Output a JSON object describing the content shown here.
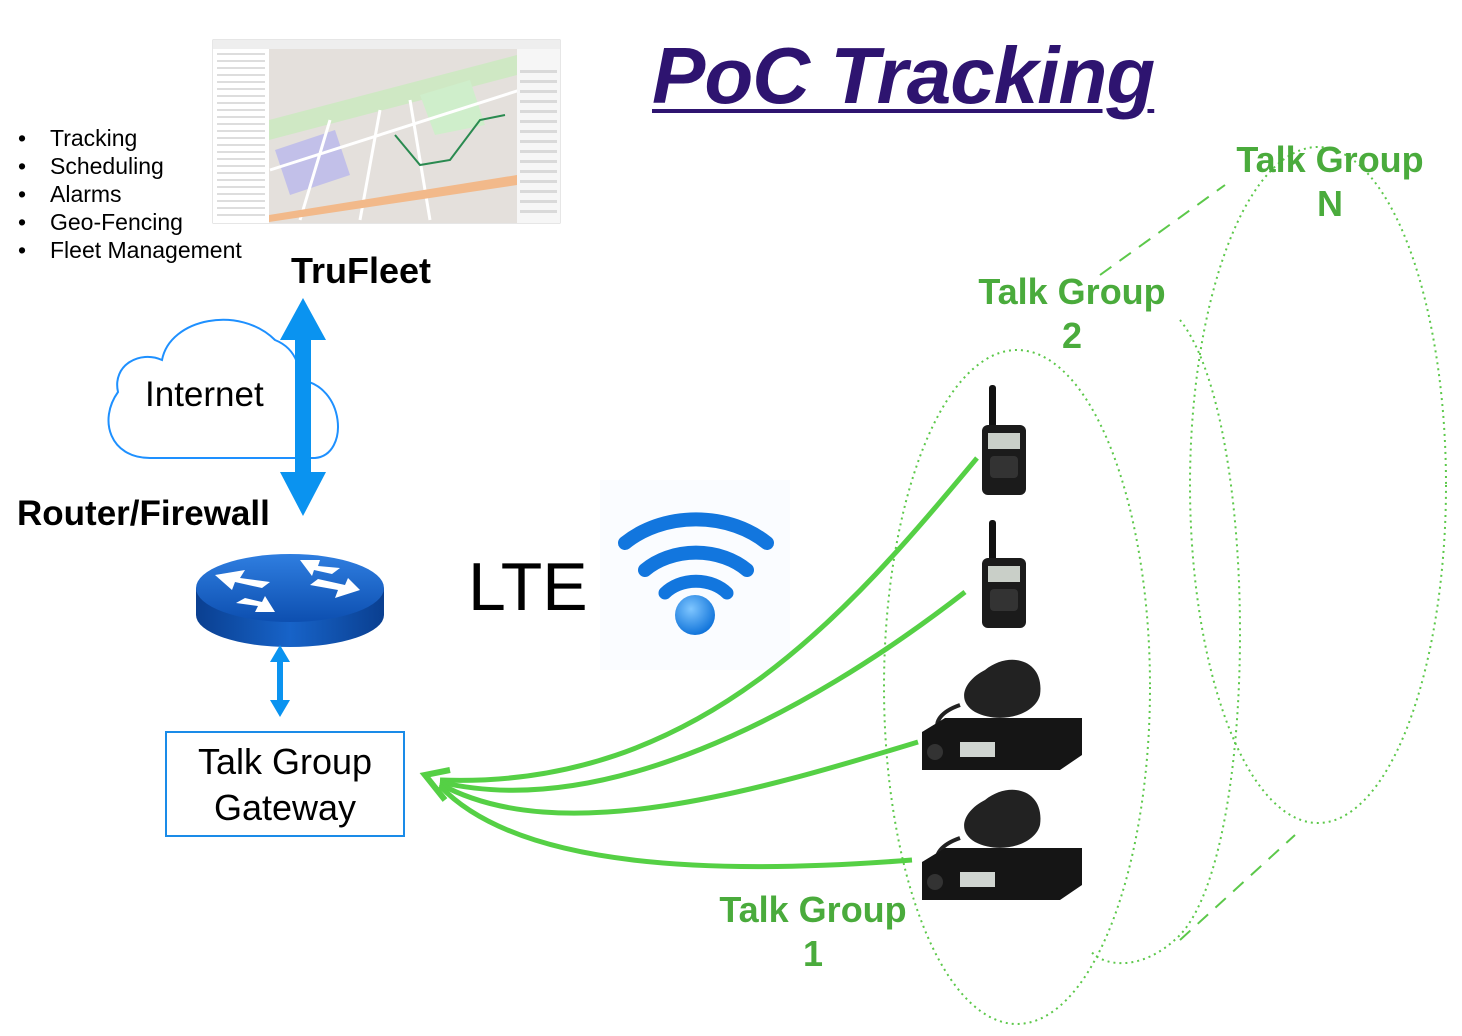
{
  "title": "PoC Tracking",
  "features": [
    "Tracking",
    "Scheduling",
    "Alarms",
    "Geo-Fencing",
    "Fleet Management"
  ],
  "trufleet_label": "TruFleet",
  "internet_label": "Internet",
  "router_label": "Router/Firewall",
  "lte_label": "LTE",
  "gateway": {
    "line1": "Talk Group",
    "line2": "Gateway"
  },
  "talk_groups": [
    {
      "line1": "Talk Group",
      "line2": "1"
    },
    {
      "line1": "Talk Group",
      "line2": "2"
    },
    {
      "line1": "Talk Group",
      "line2": "N"
    }
  ],
  "icons": [
    "map-screenshot",
    "cloud-icon",
    "router-icon",
    "wifi-icon",
    "handheld-radio-icon",
    "mobile-radio-icon"
  ],
  "colors": {
    "title": "#2e1470",
    "link_blue": "#0a93f0",
    "talk_group_green": "#4aab3c",
    "connection_green": "#55d045"
  }
}
